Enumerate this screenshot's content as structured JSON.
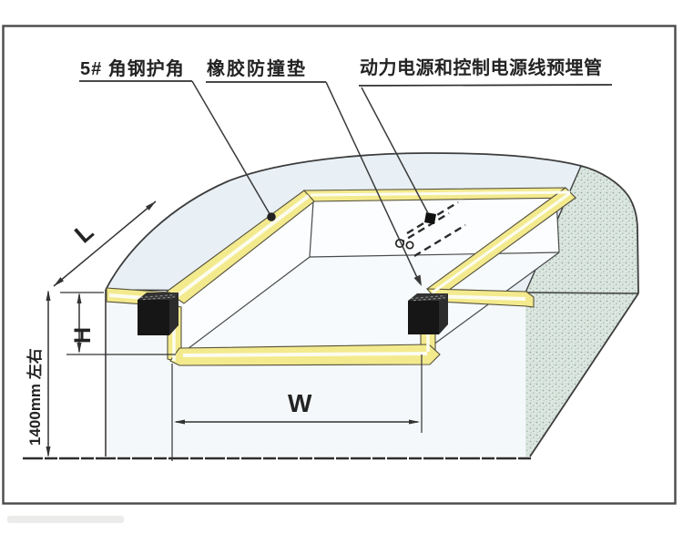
{
  "diagram": {
    "title_note": "isometric pit installation diagram",
    "labels": {
      "angle_steel": "5# 角钢护角",
      "rubber_pad": "橡胶防撞垫",
      "conduit": "动力电源和控制电源线预埋管"
    },
    "dimensions": {
      "length_label": "L",
      "depth_label": "H",
      "width_label": "W",
      "total_depth_label": "1400mm 左右"
    },
    "colors": {
      "line": "#3d3d3d",
      "angle_steel_yellow": "#f3ea8e",
      "steel_highlight": "#fcfcef",
      "top_face": "#e8f0f5",
      "front_face": "#f4f8fa",
      "pit_wall": "#fbfdfe",
      "concrete_texture": "#dce7e1",
      "pad_black": "#161616",
      "background": "#ffffff"
    }
  }
}
